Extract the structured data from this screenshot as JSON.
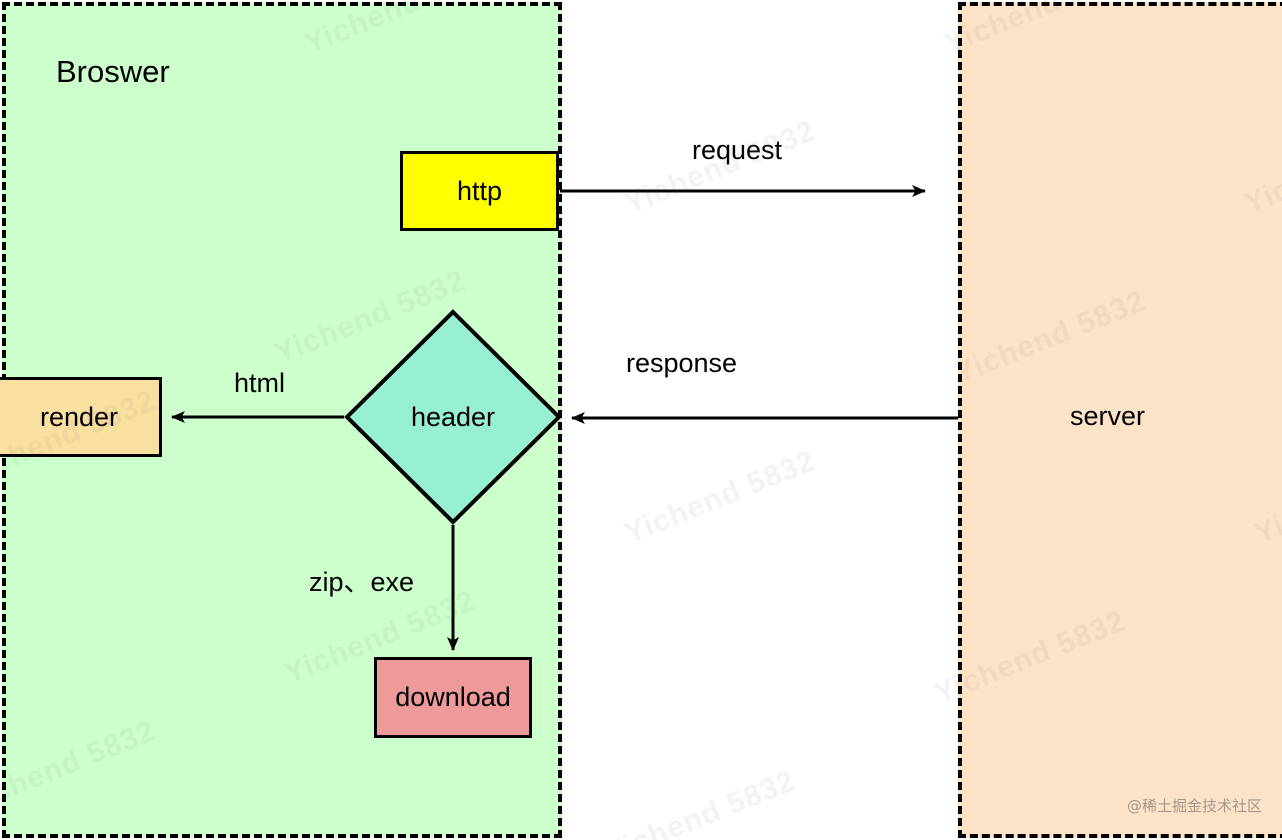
{
  "diagram": {
    "title_text": "Broswer",
    "type": "flowchart",
    "zones": {
      "browser": {
        "label": "Broswer",
        "fill": "#CCFFCC",
        "border": "#000000",
        "border_style": "dashed"
      },
      "server": {
        "label": "server",
        "fill": "#FCE3C8",
        "border": "#000000",
        "border_style": "dashed"
      }
    },
    "nodes": {
      "http": {
        "label": "http",
        "shape": "rect",
        "fill": "#FFFF00"
      },
      "header": {
        "label": "header",
        "shape": "diamond",
        "fill": "#97F0D1"
      },
      "render": {
        "label": "render",
        "shape": "rect",
        "fill": "#FAE0A0"
      },
      "download": {
        "label": "download",
        "shape": "rect",
        "fill": "#EE9A9A"
      },
      "server": {
        "label": "server",
        "shape": "zone",
        "fill": "#FCE3C8"
      }
    },
    "edges": [
      {
        "from": "http",
        "to": "server",
        "label": "request",
        "direction": "right"
      },
      {
        "from": "server",
        "to": "header",
        "label": "response",
        "direction": "left"
      },
      {
        "from": "header",
        "to": "render",
        "label": "html",
        "direction": "left"
      },
      {
        "from": "header",
        "to": "download",
        "label": "zip、exe",
        "direction": "down"
      }
    ],
    "edge_labels": {
      "request": "request",
      "response": "response",
      "html": "html",
      "zip_exe": "zip、exe"
    }
  },
  "watermark": {
    "text": "Yichend 5832",
    "credit": "@稀土掘金技术社区"
  }
}
